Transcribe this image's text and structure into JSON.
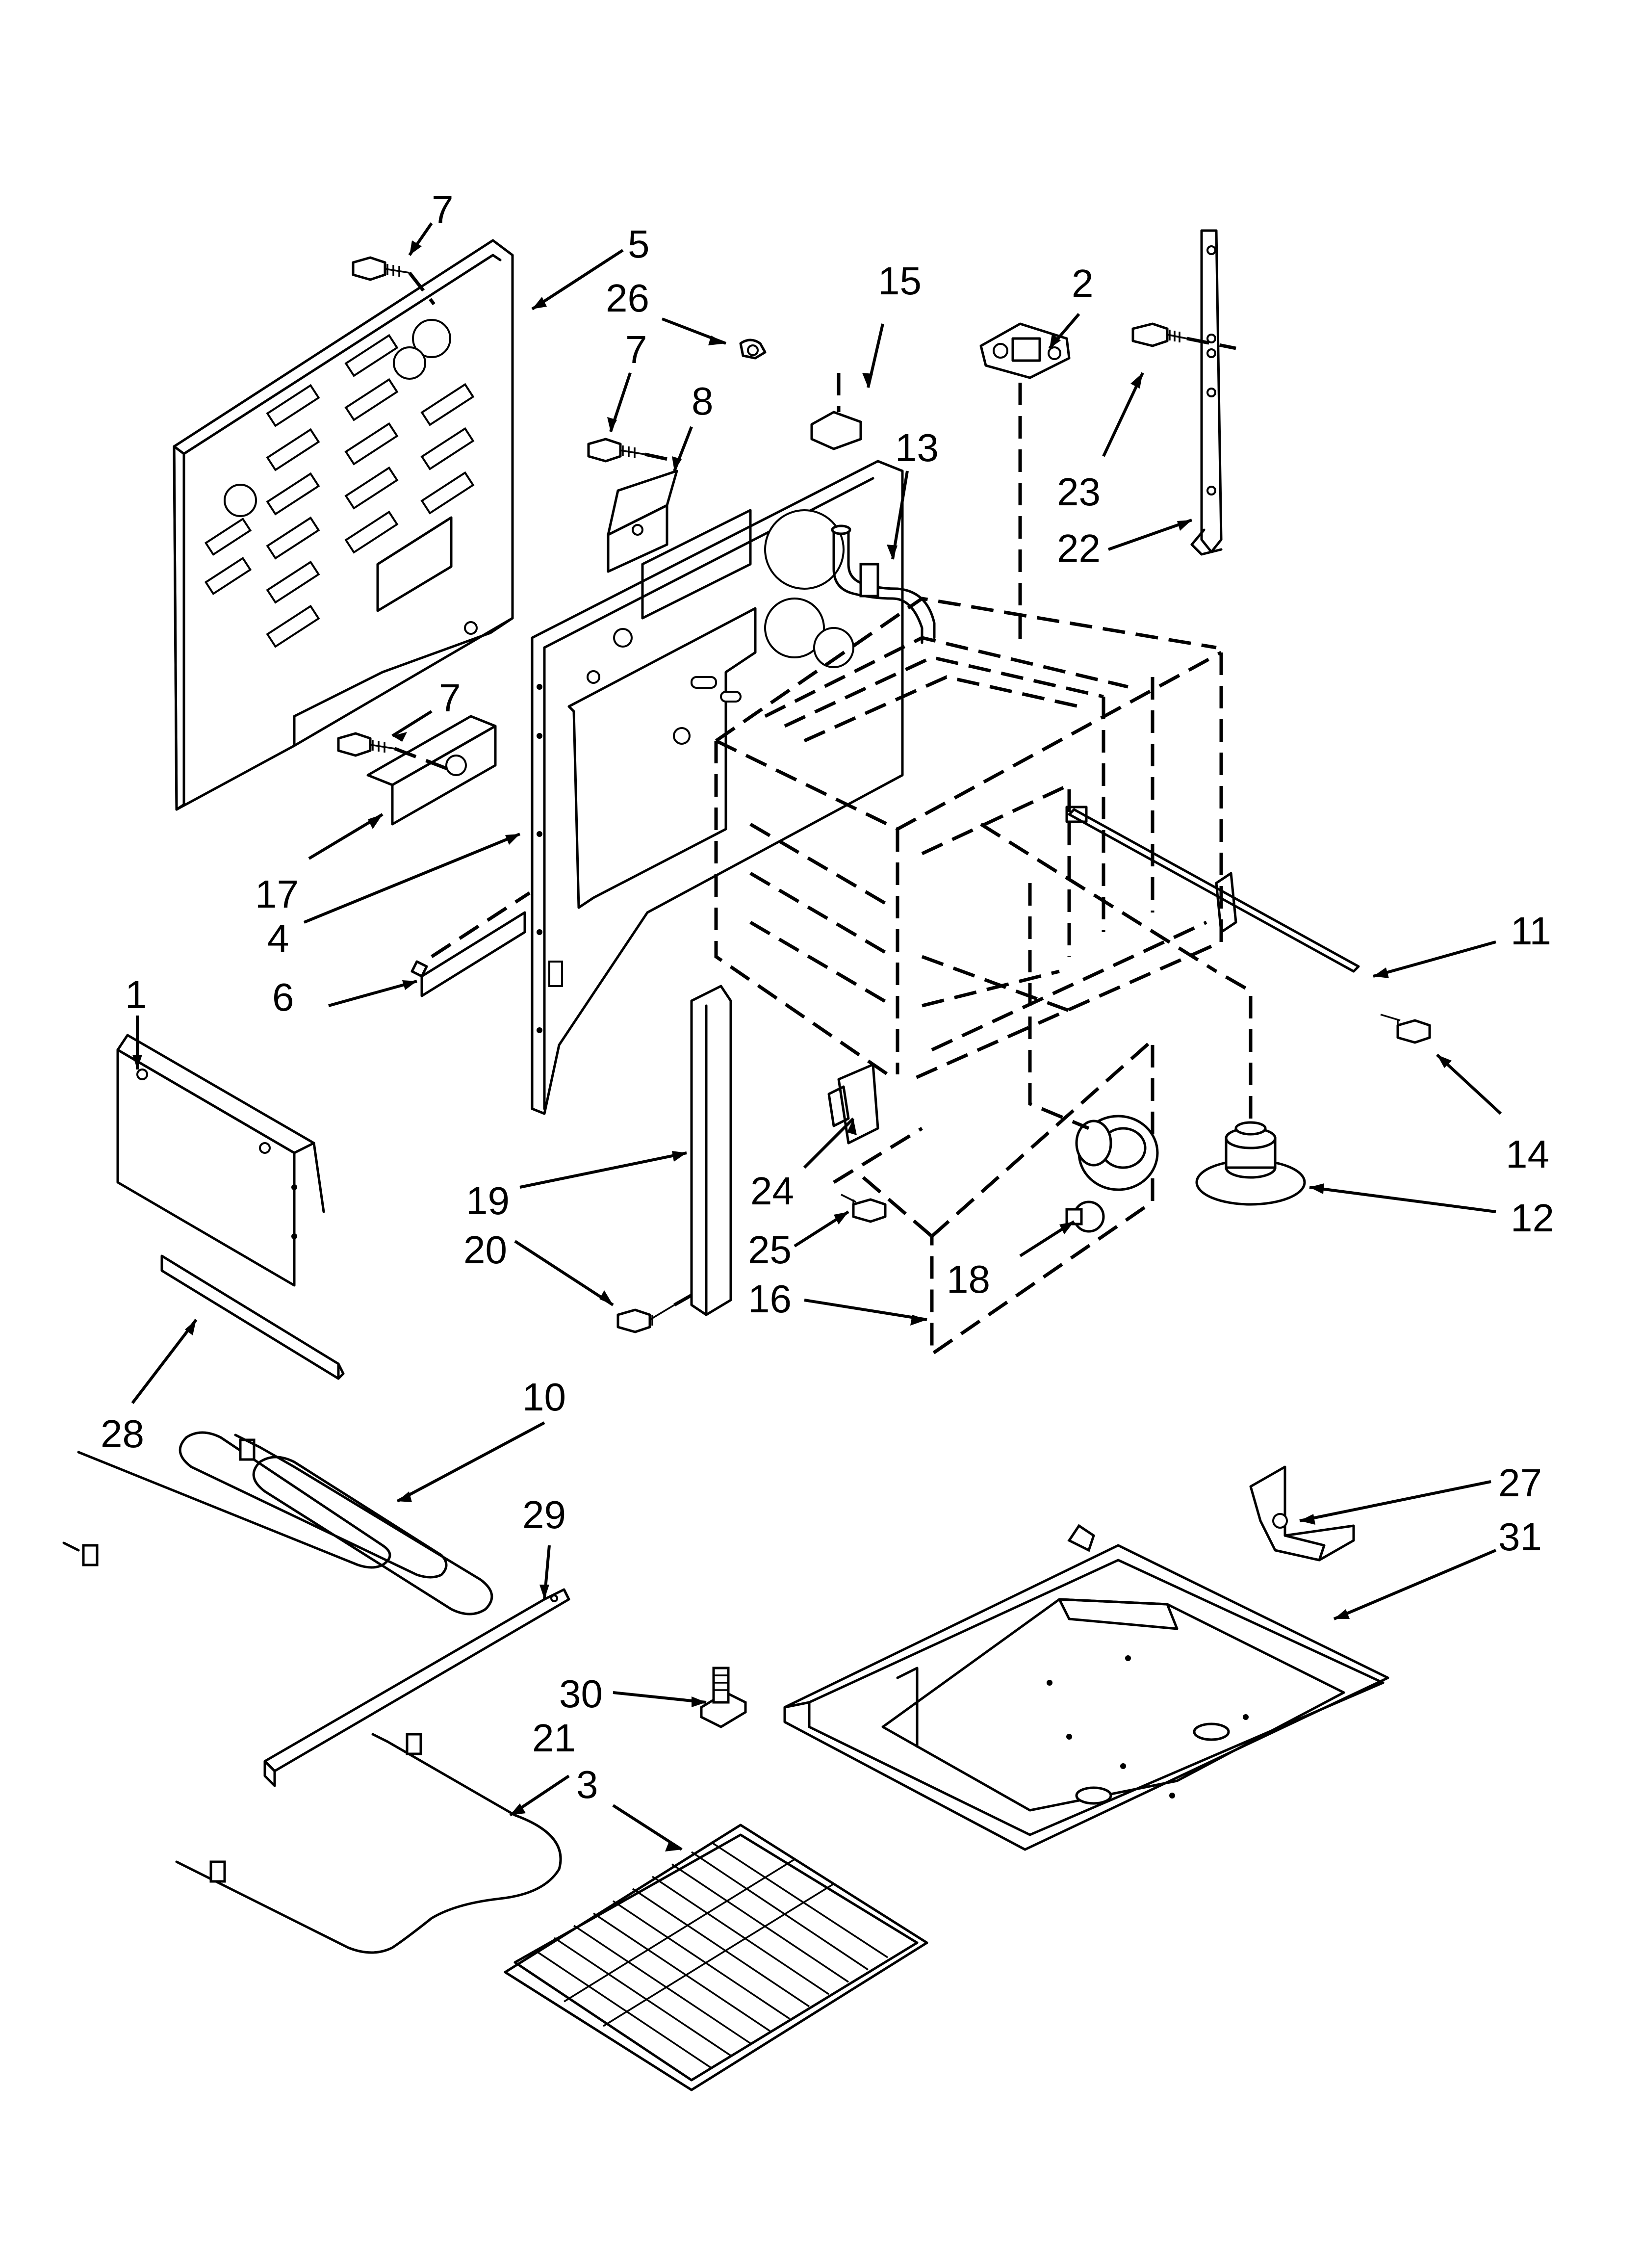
{
  "diagram": {
    "labels": [
      {
        "id": "p7a",
        "text": "7"
      },
      {
        "id": "p5",
        "text": "5"
      },
      {
        "id": "p26",
        "text": "26"
      },
      {
        "id": "p15",
        "text": "15"
      },
      {
        "id": "p2",
        "text": "2"
      },
      {
        "id": "p7b",
        "text": "7"
      },
      {
        "id": "p8",
        "text": "8"
      },
      {
        "id": "p13",
        "text": "13"
      },
      {
        "id": "p23",
        "text": "23"
      },
      {
        "id": "p22",
        "text": "22"
      },
      {
        "id": "p7c",
        "text": "7"
      },
      {
        "id": "p17",
        "text": "17"
      },
      {
        "id": "p4",
        "text": "4"
      },
      {
        "id": "p6",
        "text": "6"
      },
      {
        "id": "p11",
        "text": "11"
      },
      {
        "id": "p1",
        "text": "1"
      },
      {
        "id": "p14",
        "text": "14"
      },
      {
        "id": "p12",
        "text": "12"
      },
      {
        "id": "p24",
        "text": "24"
      },
      {
        "id": "p19",
        "text": "19"
      },
      {
        "id": "p20",
        "text": "20"
      },
      {
        "id": "p25",
        "text": "25"
      },
      {
        "id": "p18",
        "text": "18"
      },
      {
        "id": "p16",
        "text": "16"
      },
      {
        "id": "p28",
        "text": "28"
      },
      {
        "id": "p10",
        "text": "10"
      },
      {
        "id": "p27",
        "text": "27"
      },
      {
        "id": "p29",
        "text": "29"
      },
      {
        "id": "p31",
        "text": "31"
      },
      {
        "id": "p30",
        "text": "30"
      },
      {
        "id": "p21",
        "text": "21"
      },
      {
        "id": "p3",
        "text": "3"
      }
    ]
  }
}
